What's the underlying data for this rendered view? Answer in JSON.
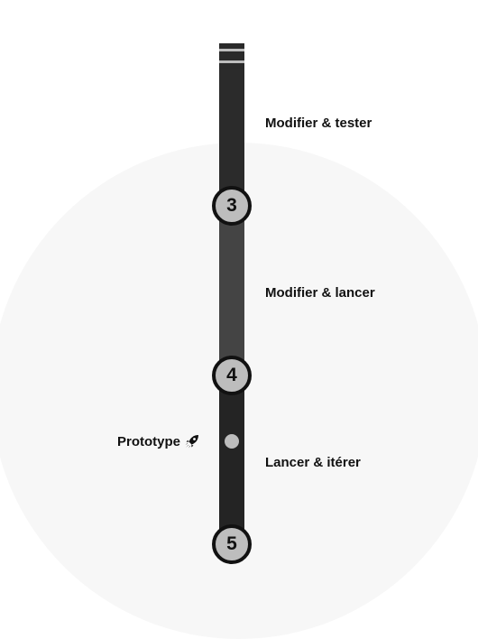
{
  "steps": [
    {
      "number": "3"
    },
    {
      "number": "4"
    },
    {
      "number": "5"
    }
  ],
  "phases": [
    {
      "label": "Modifier & tester"
    },
    {
      "label": "Modifier & lancer"
    },
    {
      "label": "Lancer & itérer"
    }
  ],
  "milestone": {
    "label": "Prototype",
    "icon": "rocket-icon"
  },
  "colors": {
    "track_dark": "#2b2b2b",
    "track_mid": "#444444",
    "node_fill": "#bdbdbd",
    "node_border": "#111111",
    "background_circle": "#f7f7f7"
  }
}
